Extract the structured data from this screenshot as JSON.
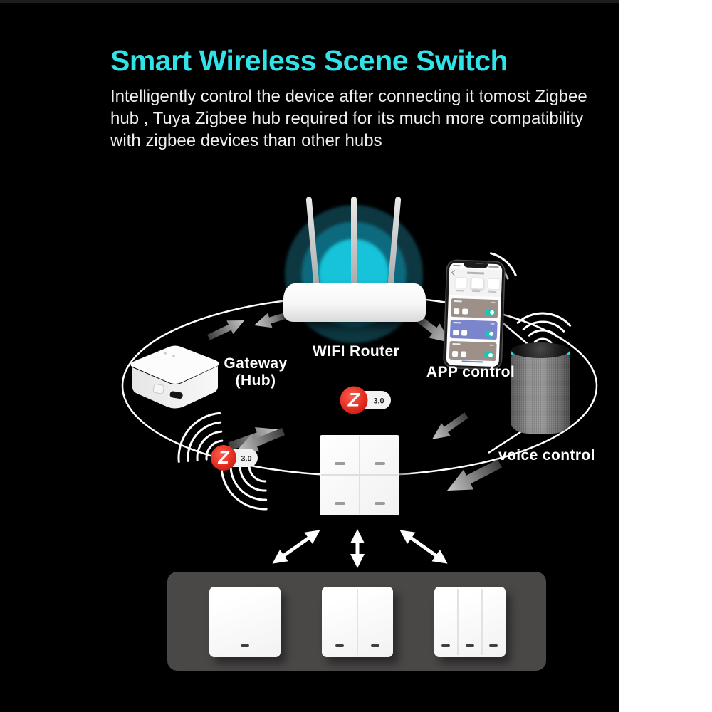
{
  "page": {
    "background": "#000000",
    "side_margin_color": "#ffffff"
  },
  "header": {
    "title": "Smart Wireless Scene Switch",
    "title_color": "#2fe3e8",
    "description_lines": [
      "Intelligently control the device after connecting it tomost Zigbee",
      "hub , Tuya Zigbee hub required for its much more compatibility",
      "with zigbee devices than other hubs"
    ]
  },
  "diagram": {
    "labels": {
      "router": "WIFI Router",
      "gateway_line1": "Gateway",
      "gateway_line2": "(Hub)",
      "app_control": "APP control",
      "voice_control": "voice control"
    },
    "zigbee": {
      "letter": "Z",
      "version": "3.0",
      "red": "#e01f12"
    },
    "colors": {
      "glow_inner": "#12c3d9",
      "glow_mid": "#0d6b7e",
      "glow_outer": "#0a3842",
      "speaker_ring": "#39cfcf",
      "bottom_panel": "#4a4747",
      "toggle_teal": "#12c9b5"
    }
  }
}
